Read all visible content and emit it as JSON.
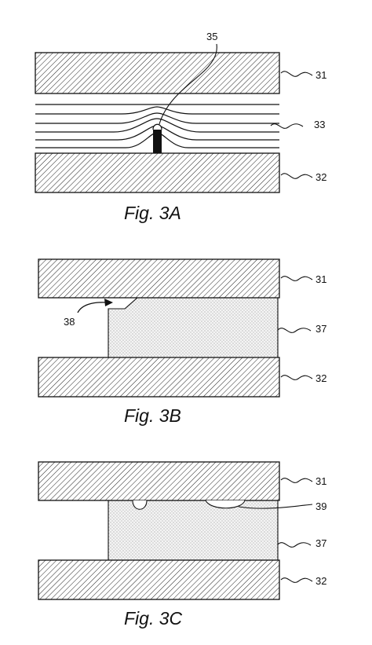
{
  "figures": [
    {
      "caption": "Fig. 3A",
      "labels": {
        "top_plate": "31",
        "bottom_plate": "32",
        "layers": "33",
        "needle": "35"
      }
    },
    {
      "caption": "Fig. 3B",
      "labels": {
        "top_plate": "31",
        "bottom_plate": "32",
        "fill": "37",
        "front": "38"
      }
    },
    {
      "caption": "Fig. 3C",
      "labels": {
        "top_plate": "31",
        "bottom_plate": "32",
        "fill": "37",
        "voids": "39"
      }
    }
  ],
  "colors": {
    "line": "#111111",
    "hatch": "#222222",
    "dots": "#777777",
    "fill_bg": "#f4f4f4"
  }
}
